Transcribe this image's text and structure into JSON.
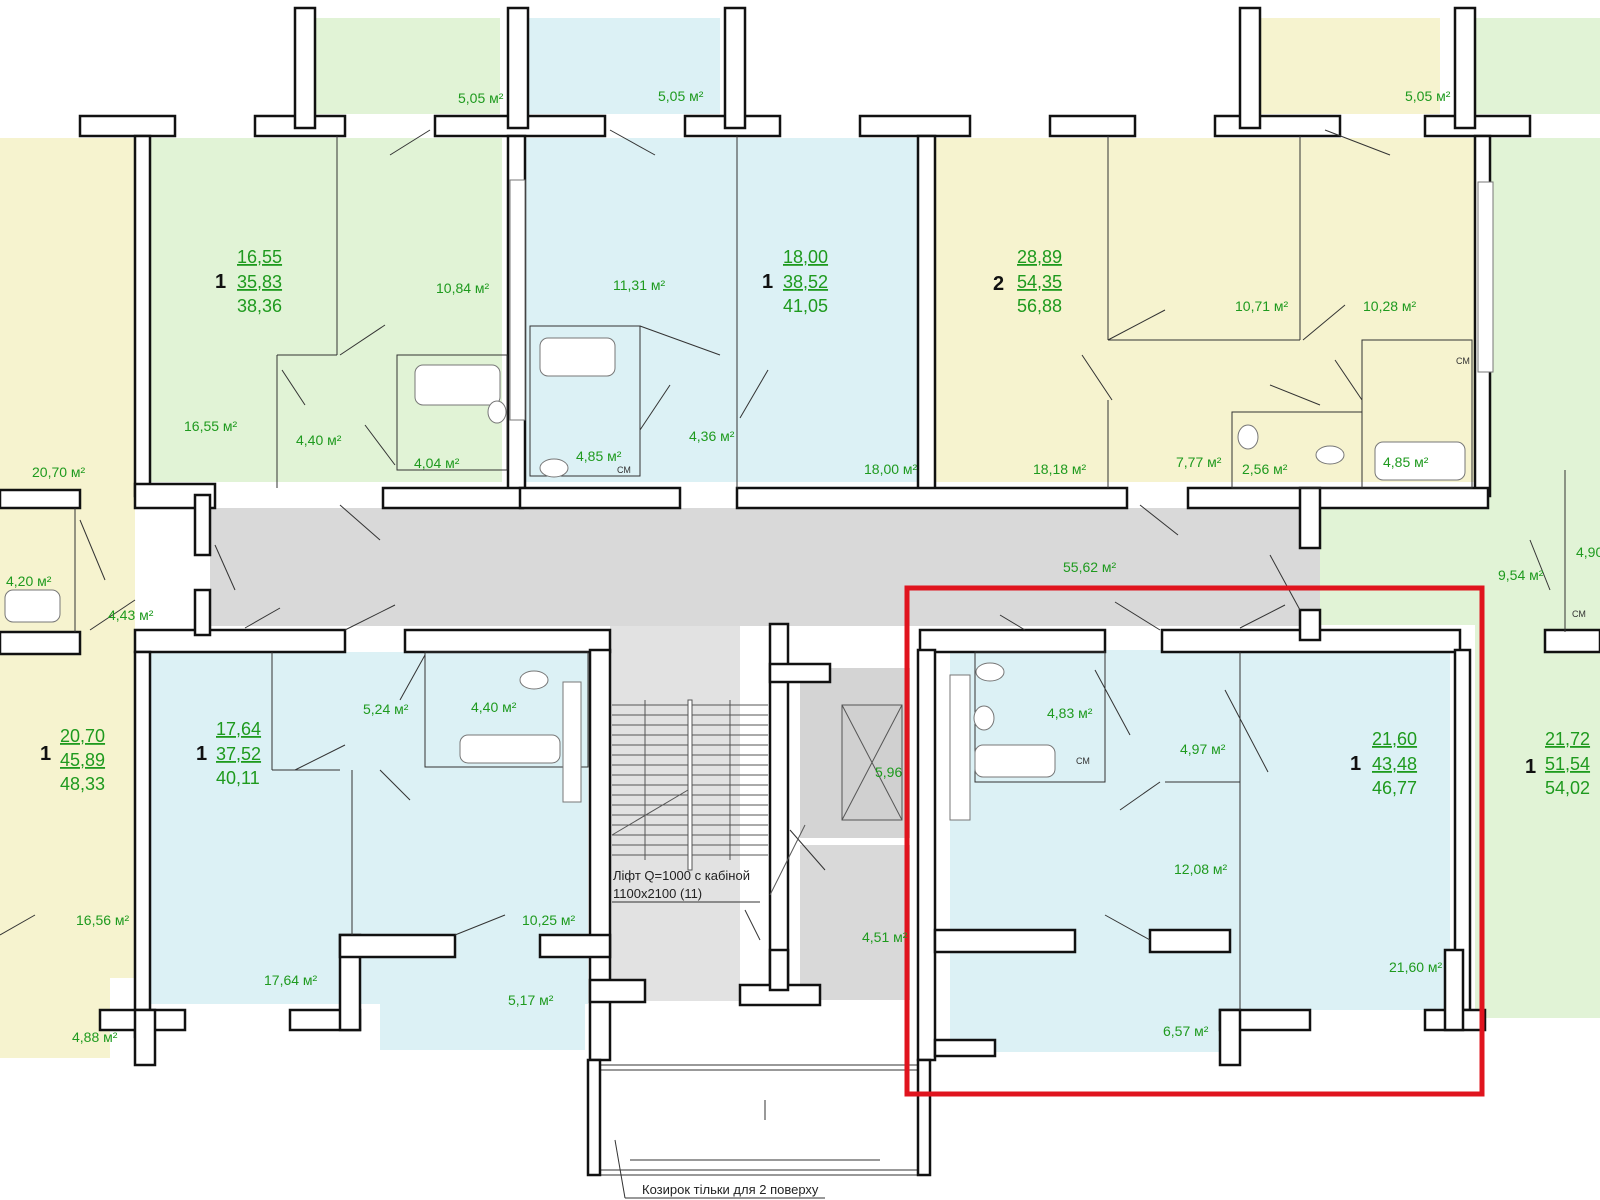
{
  "colors": {
    "blue_zone": "#dcf1f5",
    "yellow_zone": "#f6f3cf",
    "green_zone": "#e1f3d6",
    "corridor": "#d9d9d9",
    "label_green": "#1e9a1e",
    "highlight": "#e0141e"
  },
  "apartments": [
    {
      "rooms": "1",
      "living": "16,55",
      "total": "35,83",
      "with_balcony": "38,36"
    },
    {
      "rooms": "1",
      "living": "18,00",
      "total": "38,52",
      "with_balcony": "41,05"
    },
    {
      "rooms": "2",
      "living": "28,89",
      "total": "54,35",
      "with_balcony": "56,88"
    },
    {
      "rooms": "1",
      "living": "20,70",
      "total": "45,89",
      "with_balcony": "48,33"
    },
    {
      "rooms": "1",
      "living": "17,64",
      "total": "37,52",
      "with_balcony": "40,11"
    },
    {
      "rooms": "1",
      "living": "21,60",
      "total": "43,48",
      "with_balcony": "46,77"
    },
    {
      "rooms": "1",
      "living": "21,72",
      "total": "51,54",
      "with_balcony": "54,02"
    }
  ],
  "areas": {
    "b1": "5,05 м²",
    "b2": "5,05 м²",
    "b3": "5,05 м²",
    "a1": "10,84 м²",
    "a2": "16,55 м²",
    "a3": "4,40 м²",
    "a4": "4,04 м²",
    "a5": "11,31 м²",
    "a6": "4,85 м²",
    "a7": "4,36 м²",
    "a8": "18,00 м²",
    "a9": "10,71 м²",
    "a10": "10,28 м²",
    "a11": "18,18 м²",
    "a12": "7,77 м²",
    "a13": "2,56 м²",
    "a14": "4,85 м²",
    "l1": "20,70 м²",
    "l2": "4,20 м²",
    "l3": "4,43 м²",
    "l4": "16,56 м²",
    "l5": "4,88 м²",
    "corr": "55,62 м²",
    "c1": "5,24 м²",
    "c2": "4,40 м²",
    "c3": "10,25 м²",
    "c4": "17,64 м²",
    "c5": "5,17 м²",
    "s1": "5,96",
    "s2": "4,51 м²",
    "h1": "4,83 м²",
    "h2": "4,97 м²",
    "h3": "12,08 м²",
    "h4": "21,60 м²",
    "h5": "6,57 м²",
    "r1": "9,54 м²",
    "r2": "4,90"
  },
  "lift_line1": "Ліфт Q=1000 с кабіной",
  "lift_line2": "1100x2100  (11)",
  "canopy_note": "Козирок тільки для 2 поверху",
  "cm_mark": "СМ"
}
